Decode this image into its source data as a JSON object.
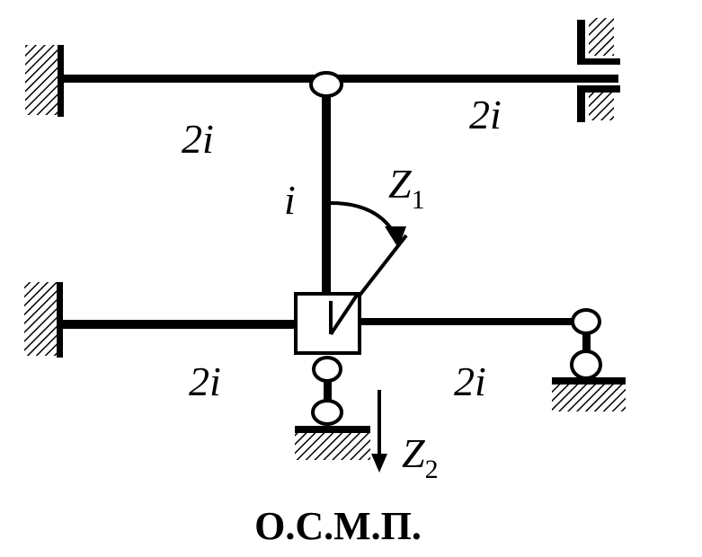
{
  "labels": {
    "top_left_beam": "2i",
    "top_right_beam": "2i",
    "column": "i",
    "bottom_left_beam": "2i",
    "bottom_right_beam": "2i"
  },
  "unknowns": {
    "z1": {
      "letter": "Z",
      "subscript": "1"
    },
    "z2": {
      "letter": "Z",
      "subscript": "2"
    }
  },
  "caption": "О.С.М.П."
}
